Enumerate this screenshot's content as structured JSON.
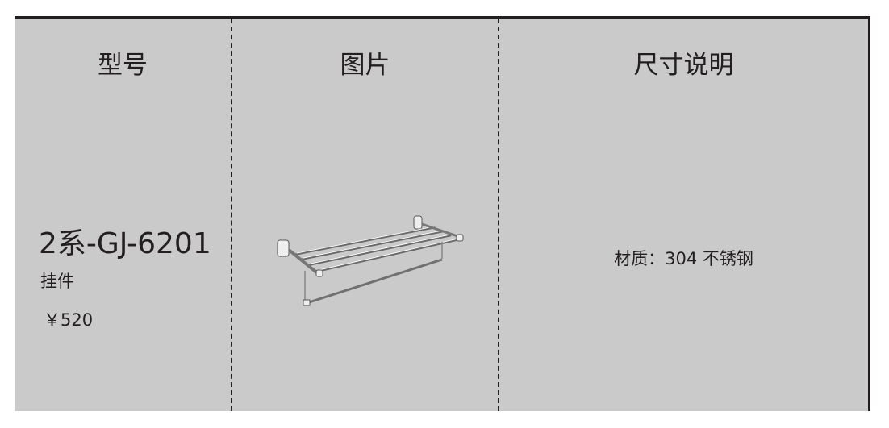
{
  "headers": {
    "model": "型号",
    "image": "图片",
    "spec": "尺寸说明"
  },
  "row": {
    "model": "2系-GJ-6201",
    "type": "挂件",
    "price": "￥520",
    "spec": "材质：304 不锈钢"
  },
  "colors": {
    "background": "#cacaca",
    "border": "#231f20"
  }
}
